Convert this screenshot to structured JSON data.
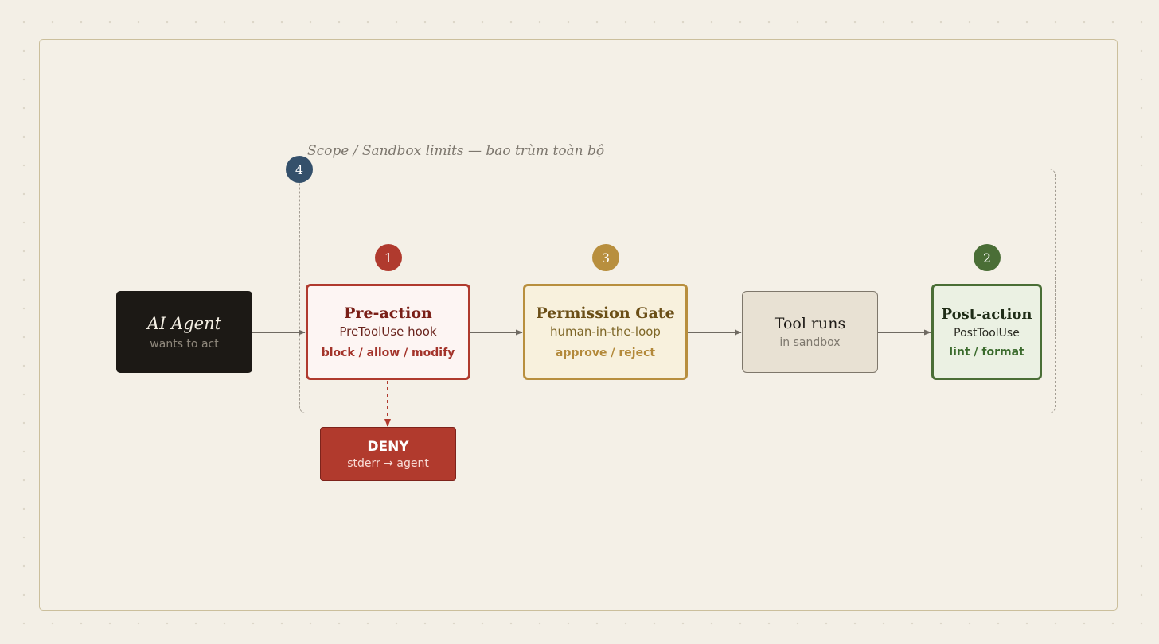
{
  "scope": {
    "badge": "4",
    "label": "Scope / Sandbox limits — bao trùm toàn bộ"
  },
  "nodes": {
    "agent": {
      "title": "AI Agent",
      "subtitle": "wants to act"
    },
    "pre_action": {
      "badge": "1",
      "title": "Pre-action",
      "subtitle": "PreToolUse hook",
      "detail": "block / allow / modify"
    },
    "permission": {
      "badge": "3",
      "title": "Permission Gate",
      "subtitle": "human-in-the-loop",
      "detail": "approve / reject"
    },
    "tool": {
      "title": "Tool runs",
      "subtitle": "in sandbox"
    },
    "post_action": {
      "badge": "2",
      "title": "Post-action",
      "subtitle": "PostToolUse",
      "detail": "lint / format"
    },
    "deny": {
      "title": "DENY",
      "subtitle": "stderr → agent"
    }
  },
  "colors": {
    "pre_action": "#b03a2e",
    "permission": "#b88f3e",
    "post_action": "#4a6e36",
    "scope_badge": "#34506b",
    "agent": "#1c1915",
    "deny": "#b13a2d",
    "connector": "#6f6a62"
  }
}
